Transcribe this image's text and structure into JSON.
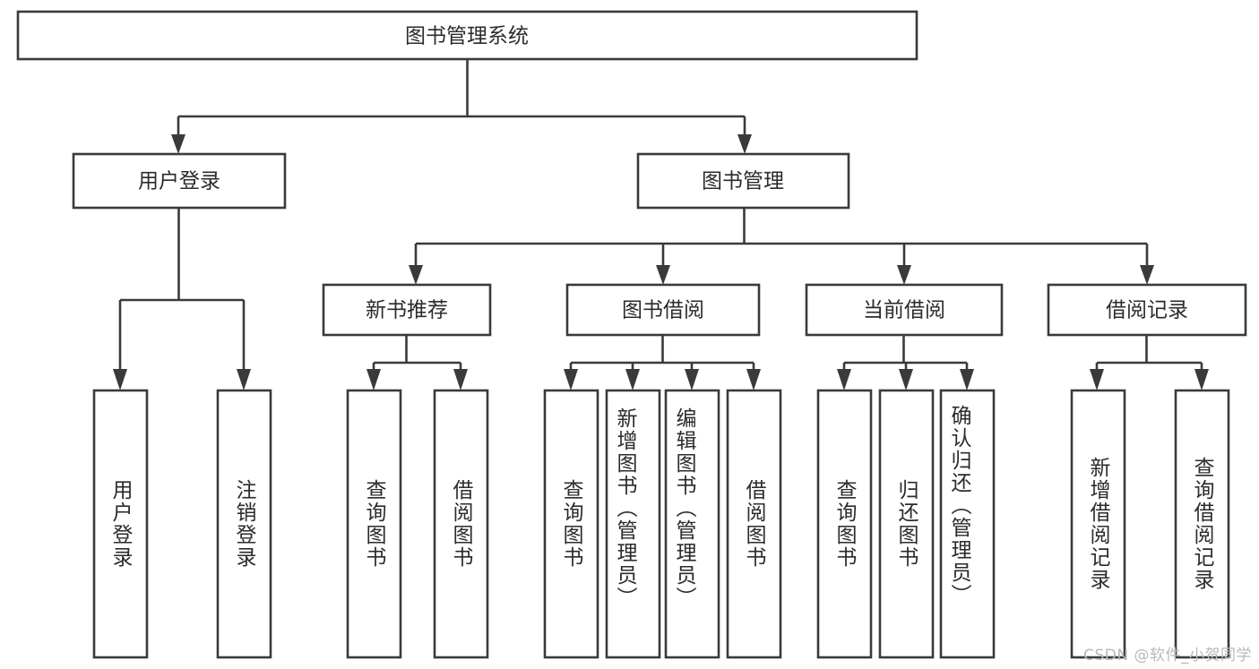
{
  "diagram": {
    "type": "tree-hierarchy",
    "title": "图书管理系统",
    "orientation": "top-down",
    "colors": {
      "box_stroke": "#3a3a3a",
      "box_fill": "#ffffff",
      "connector": "#3a3a3a",
      "text": "#2b2b2b",
      "background": "#ffffff",
      "watermark": "#b9b9b9"
    },
    "root": {
      "label": "图书管理系统"
    },
    "level2": [
      {
        "label": "用户登录"
      },
      {
        "label": "图书管理"
      }
    ],
    "level3": [
      {
        "label": "新书推荐"
      },
      {
        "label": "图书借阅"
      },
      {
        "label": "当前借阅"
      },
      {
        "label": "借阅记录"
      }
    ],
    "leaves": {
      "user_login": [
        {
          "label": "用户登录"
        },
        {
          "label": "注销登录"
        }
      ],
      "new_book_recommend": [
        {
          "label": "查询图书"
        },
        {
          "label": "借阅图书"
        }
      ],
      "book_borrow": [
        {
          "label": "查询图书"
        },
        {
          "label": "新增图书（管理员）"
        },
        {
          "label": "编辑图书（管理员）"
        },
        {
          "label": "借阅图书"
        }
      ],
      "current_borrow": [
        {
          "label": "查询图书"
        },
        {
          "label": "归还图书"
        },
        {
          "label": "确认归还（管理员）"
        }
      ],
      "borrow_record": [
        {
          "label": "新增借阅记录"
        },
        {
          "label": "查询借阅记录"
        }
      ]
    }
  },
  "watermark": {
    "text": "CSDN @软件_小贺同学"
  }
}
